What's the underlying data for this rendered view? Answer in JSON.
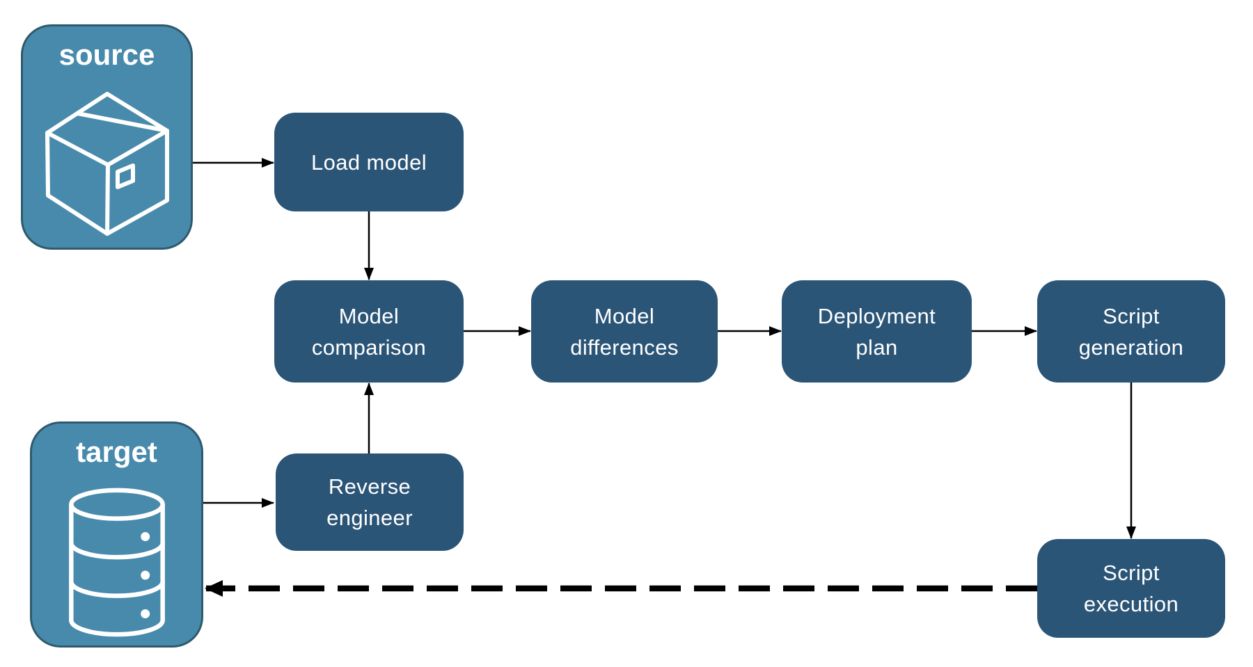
{
  "containers": {
    "source": {
      "label": "source",
      "icon": "package-icon"
    },
    "target": {
      "label": "target",
      "icon": "database-icon"
    }
  },
  "nodes": {
    "load_model": {
      "label": "Load model",
      "line1": "Load model",
      "line2": ""
    },
    "model_comparison": {
      "label": "Model comparison",
      "line1": "Model",
      "line2": "comparison"
    },
    "model_differences": {
      "label": "Model differences",
      "line1": "Model",
      "line2": "differences"
    },
    "deployment_plan": {
      "label": "Deployment plan",
      "line1": "Deployment",
      "line2": "plan"
    },
    "script_generation": {
      "label": "Script generation",
      "line1": "Script",
      "line2": "generation"
    },
    "reverse_engineer": {
      "label": "Reverse engineer",
      "line1": "Reverse",
      "line2": "engineer"
    },
    "script_execution": {
      "label": "Script execution",
      "line1": "Script",
      "line2": "execution"
    }
  },
  "edges": [
    {
      "from": "source",
      "to": "load_model",
      "style": "solid"
    },
    {
      "from": "load_model",
      "to": "model_comparison",
      "style": "solid"
    },
    {
      "from": "model_comparison",
      "to": "model_differences",
      "style": "solid"
    },
    {
      "from": "model_differences",
      "to": "deployment_plan",
      "style": "solid"
    },
    {
      "from": "deployment_plan",
      "to": "script_generation",
      "style": "solid"
    },
    {
      "from": "script_generation",
      "to": "script_execution",
      "style": "solid"
    },
    {
      "from": "target",
      "to": "reverse_engineer",
      "style": "solid"
    },
    {
      "from": "reverse_engineer",
      "to": "model_comparison",
      "style": "solid"
    },
    {
      "from": "script_execution",
      "to": "target",
      "style": "dashed"
    }
  ],
  "colors": {
    "node_fill": "#2B5577",
    "container_fill": "#488AAC",
    "container_border": "#2E5A6C",
    "arrow": "#000000",
    "text": "#FFFFFF",
    "background": "#FFFFFF"
  }
}
